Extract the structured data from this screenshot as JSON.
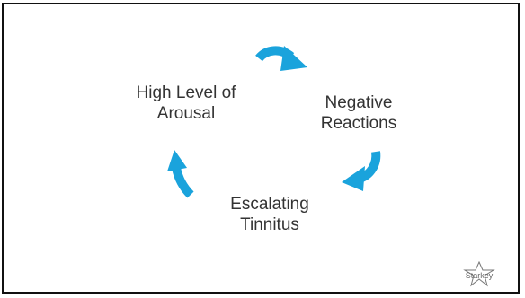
{
  "diagram": {
    "nodes": [
      {
        "id": "high-arousal",
        "lines": [
          "High Level of",
          "Arousal"
        ]
      },
      {
        "id": "negative-reactions",
        "lines": [
          "Negative",
          "Reactions"
        ]
      },
      {
        "id": "escalating-tinnitus",
        "lines": [
          "Escalating",
          "Tinnitus"
        ]
      }
    ],
    "edges": [
      {
        "from": "high-arousal",
        "to": "negative-reactions"
      },
      {
        "from": "negative-reactions",
        "to": "escalating-tinnitus"
      },
      {
        "from": "escalating-tinnitus",
        "to": "high-arousal"
      }
    ],
    "arrow_color": "#1aa3dc",
    "text_color": "#333333"
  },
  "logo": {
    "text": "Starkey"
  }
}
